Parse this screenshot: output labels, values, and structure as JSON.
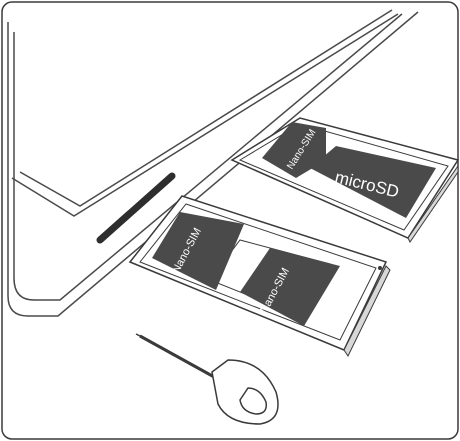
{
  "labels": {
    "nano_sim_top": "Nano-SIM",
    "micro_sd": "microSD",
    "nano_sim_lower_left": "Nano-SIM",
    "nano_sim_lower_right": "Nano-SIM"
  },
  "colors": {
    "outline": "#3a3a3a",
    "card": "#4a4a4a",
    "card_text": "#ffffff",
    "slot_dark": "#2e2e2e"
  },
  "icons": {
    "phone": "phone-edge",
    "tray": "sim-tray",
    "tool": "sim-eject-pin"
  }
}
